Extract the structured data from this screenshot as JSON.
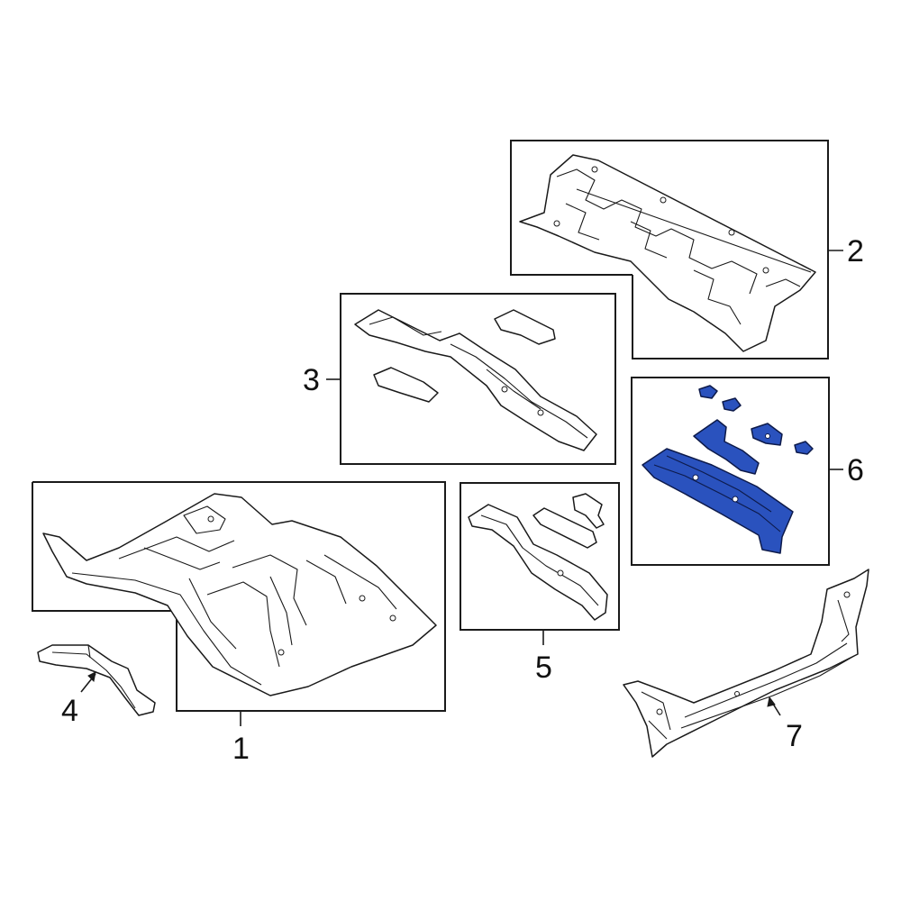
{
  "diagram": {
    "highlight_color": "#2a52be",
    "callouts": [
      {
        "id": "1",
        "label": "1"
      },
      {
        "id": "2",
        "label": "2"
      },
      {
        "id": "3",
        "label": "3"
      },
      {
        "id": "4",
        "label": "4"
      },
      {
        "id": "5",
        "label": "5"
      },
      {
        "id": "6",
        "label": "6"
      },
      {
        "id": "7",
        "label": "7"
      }
    ],
    "highlighted_callout": "6"
  }
}
